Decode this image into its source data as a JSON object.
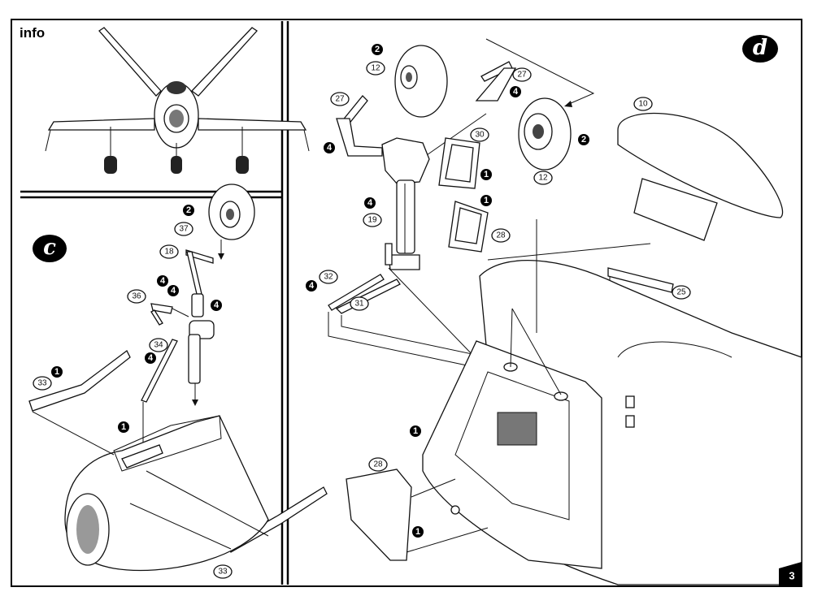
{
  "info_label": "info",
  "steps": {
    "c": "c",
    "d": "d"
  },
  "page_number": "3",
  "callouts": {
    "c_37": "37",
    "c_18": "18",
    "c_36": "36",
    "c_34": "34",
    "c_33a": "33",
    "c_33b": "33",
    "d_12a": "12",
    "d_27a": "27",
    "d_27b": "27",
    "d_12b": "12",
    "d_30": "30",
    "d_19": "19",
    "d_28a": "28",
    "d_32": "32",
    "d_31": "31",
    "d_10": "10",
    "d_25": "25",
    "d_28b": "28"
  },
  "badges": {
    "c_2": "2",
    "c_4a": "4",
    "c_4b": "4",
    "c_4c": "4",
    "c_4d": "4",
    "c_1a": "1",
    "c_1b": "1",
    "d_2a": "2",
    "d_4a": "4",
    "d_2b": "2",
    "d_4b": "4",
    "d_1a": "1",
    "d_4c": "4",
    "d_1b": "1",
    "d_4d": "4",
    "d_1c": "1",
    "d_1d": "1"
  }
}
